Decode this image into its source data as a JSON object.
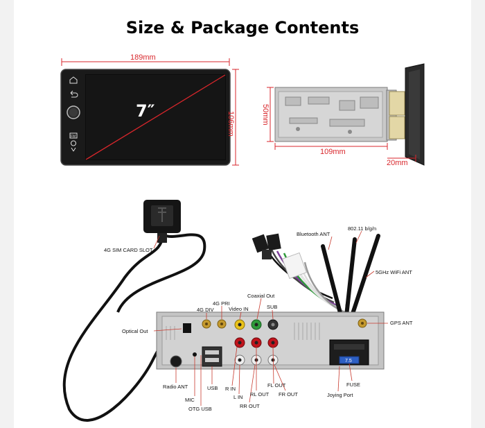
{
  "page": {
    "title": "Size & Package Contents"
  },
  "dimensions": {
    "width": "189mm",
    "height": "106mm",
    "screen": "7″",
    "depth": "109mm",
    "chassis_height": "50mm",
    "face_depth": "20mm"
  },
  "labels": {
    "sim_slot": "4G SIM CARD SLOT",
    "bluetooth_ant": "Bluetooth ANT",
    "wifi_bgn": "802.11 b/g/n",
    "wifi_5g": "5GHz WiFi ANT",
    "coaxial_out": "Coaxial Out",
    "g4_pri": "4G PRI",
    "g4_div": "4G DIV",
    "video_in": "Video IN",
    "sub": "SUB",
    "gps_ant": "GPS ANT",
    "optical_out": "Optical Out",
    "radio_ant": "Radio ANT",
    "mic": "MIC",
    "otg_usb": "OTG USB",
    "usb": "USB",
    "r_in": "R IN",
    "l_in": "L IN",
    "rl_out": "RL OUT",
    "rr_out": "RR OUT",
    "fl_out": "FL OUT",
    "fr_out": "FR OUT",
    "fuse": "FUSE",
    "joying_port": "Joying Port",
    "fuse_value": "7.5"
  },
  "colors": {
    "dimension_red": "#d8262b",
    "rca_red": "#c0141c",
    "rca_yellow": "#e9c21a",
    "rca_green": "#2e9a3a",
    "fuse_blue": "#2d5fc4"
  }
}
